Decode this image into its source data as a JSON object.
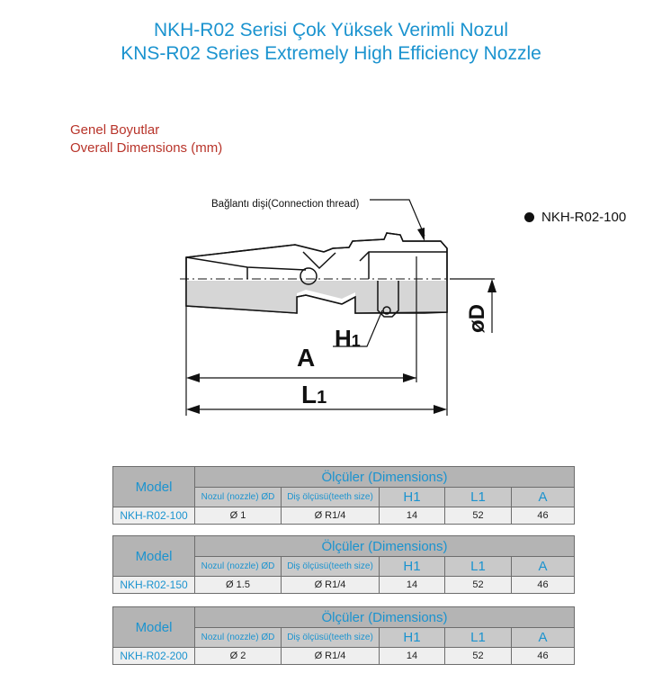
{
  "title_tr": "NKH-R02 Serisi Çok Yüksek Verimli Nozul",
  "title_en": "KNS-R02 Series Extremely High Efficiency Nozzle",
  "section_tr": "Genel Boyutlar",
  "section_en": "Overall Dimensions (mm)",
  "legend_label": "NKH-R02-100",
  "drawing": {
    "thread_label": "Bağlantı dişi(Connection thread)",
    "label_h": "H",
    "label_h_sub": "1",
    "label_a": "A",
    "label_l": "L",
    "label_l_sub": "1",
    "label_d": "øD"
  },
  "table_headers": {
    "model": "Model",
    "dimensions": "Ölçüler (Dimensions)",
    "nozzle": "Nozul (nozzle) ØD",
    "teeth": "Diş ölçüsü(teeth size)",
    "h1": "H1",
    "l1": "L1",
    "a": "A"
  },
  "rows": [
    {
      "model": "NKH-R02-100",
      "nozzle": "Ø 1",
      "teeth": "Ø R1/4",
      "h1": "14",
      "l1": "52",
      "a": "46"
    },
    {
      "model": "NKH-R02-150",
      "nozzle": "Ø 1.5",
      "teeth": "Ø R1/4",
      "h1": "14",
      "l1": "52",
      "a": "46"
    },
    {
      "model": "NKH-R02-200",
      "nozzle": "Ø 2",
      "teeth": "Ø R1/4",
      "h1": "14",
      "l1": "52",
      "a": "46"
    }
  ]
}
